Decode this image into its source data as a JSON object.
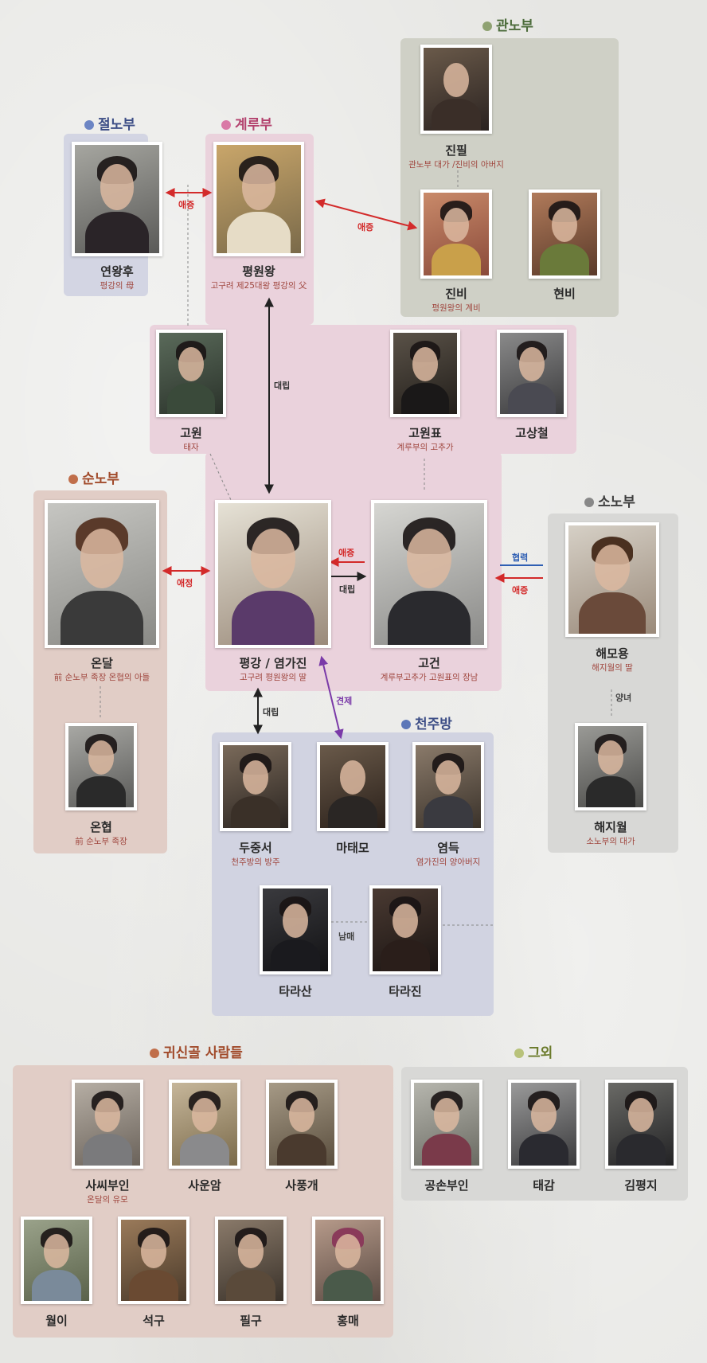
{
  "colors": {
    "panel_gray": "#cfd0c6",
    "panel_pink": "#ead2dc",
    "panel_blue": "#d1d3e1",
    "panel_tan": "#e1cdc6",
    "panel_light_gray": "#d8d8d6",
    "red": "#d32a2a",
    "purple": "#7a3aa8",
    "blue": "#2f5fb3",
    "black": "#222222"
  },
  "groups": {
    "gwanobu": "관노부",
    "jeolnobu": "절노부",
    "gyerubu": "계루부",
    "sunnobu": "순노부",
    "sonobu": "소노부",
    "cheonjubang": "천주방",
    "gwisingol": "귀신골 사람들",
    "others": "그외"
  },
  "people": {
    "jinpil": {
      "name": "진필",
      "desc": "관노부 대가 /진비의 아버지",
      "icon": "portrait-icon"
    },
    "jinbi": {
      "name": "진비",
      "desc": "평원왕의 계비",
      "icon": "portrait-icon"
    },
    "hyeonbi": {
      "name": "현비",
      "desc": "",
      "icon": "portrait-icon"
    },
    "yeonwanghu": {
      "name": "연왕후",
      "desc": "평강의 母",
      "icon": "portrait-icon"
    },
    "pyeongwon": {
      "name": "평원왕",
      "desc": "고구려 제25대왕 평강의 父",
      "icon": "portrait-icon"
    },
    "gowon": {
      "name": "고원",
      "desc": "태자",
      "icon": "portrait-icon"
    },
    "gowonpyo": {
      "name": "고원표",
      "desc": "계루부의 고추가",
      "icon": "portrait-icon"
    },
    "gosangcheol": {
      "name": "고상철",
      "desc": "",
      "icon": "portrait-icon"
    },
    "ondal": {
      "name": "온달",
      "desc": "前 순노부 족장 온협의 아들",
      "icon": "portrait-icon"
    },
    "onhyeop": {
      "name": "온협",
      "desc": "前 순노부 족장",
      "icon": "portrait-icon"
    },
    "pyeonggang": {
      "name": "평강 / 염가진",
      "desc": "고구려 평원왕의 딸",
      "icon": "portrait-icon"
    },
    "gogeon": {
      "name": "고건",
      "desc": "계루부고추가 고원표의 장남",
      "icon": "portrait-icon"
    },
    "haemoyong": {
      "name": "해모용",
      "desc": "해지월의 딸",
      "icon": "portrait-icon"
    },
    "haejiwol": {
      "name": "해지월",
      "desc": "소노부의 대가",
      "icon": "portrait-icon"
    },
    "dujungseo": {
      "name": "두중서",
      "desc": "천주방의 방주",
      "icon": "portrait-icon"
    },
    "mataemo": {
      "name": "마태모",
      "desc": "",
      "icon": "portrait-icon"
    },
    "yeomdeuk": {
      "name": "염득",
      "desc": "염가진의 양아버지",
      "icon": "portrait-icon"
    },
    "tarasan": {
      "name": "타라산",
      "desc": "",
      "icon": "portrait-icon"
    },
    "tarajin": {
      "name": "타라진",
      "desc": "",
      "icon": "portrait-icon"
    },
    "sassibuin": {
      "name": "사씨부인",
      "desc": "온달의 유모",
      "icon": "portrait-icon"
    },
    "saunam": {
      "name": "사운암",
      "desc": "",
      "icon": "portrait-icon"
    },
    "sapunggae": {
      "name": "사풍개",
      "desc": "",
      "icon": "portrait-icon"
    },
    "wori": {
      "name": "월이",
      "desc": "",
      "icon": "portrait-icon"
    },
    "seokgu": {
      "name": "석구",
      "desc": "",
      "icon": "portrait-icon"
    },
    "pilgu": {
      "name": "필구",
      "desc": "",
      "icon": "portrait-icon"
    },
    "hongmae": {
      "name": "홍매",
      "desc": "",
      "icon": "portrait-icon"
    },
    "gongsonbuin": {
      "name": "공손부인",
      "desc": "",
      "icon": "portrait-icon"
    },
    "taegam": {
      "name": "태감",
      "desc": "",
      "icon": "portrait-icon"
    },
    "gimpyeongji": {
      "name": "김평지",
      "desc": "",
      "icon": "portrait-icon"
    }
  },
  "relations": {
    "aejeung1": "애증",
    "aejeung2": "애증",
    "daerip1": "대립",
    "aejeung3": "애증",
    "daerip2": "대립",
    "hyeomnyeok": "협력",
    "aejeung4": "애증",
    "aejeong": "애정",
    "yangnyeo": "양녀",
    "daerip3": "대립",
    "gyeonje": "견제",
    "nammae": "남매"
  }
}
